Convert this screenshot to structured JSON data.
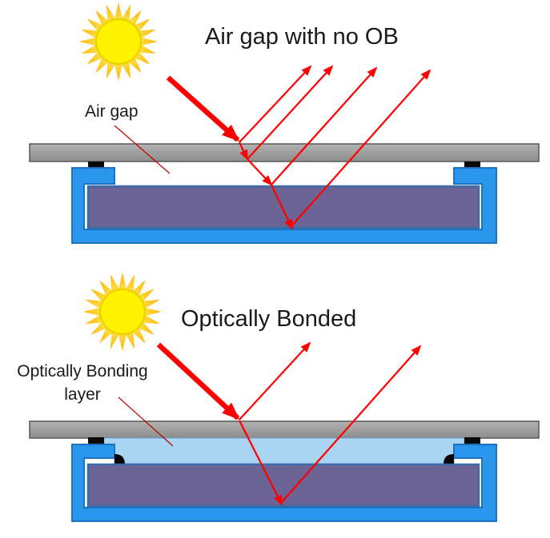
{
  "palette": {
    "background": "#ffffff",
    "text": "#1a1a1a",
    "ray_red": "#fe0000",
    "leader_red": "#c00000",
    "glass_light": "#b2b2b2",
    "glass_dark": "#8d8d8d",
    "glass_border": "#5e5e5e",
    "frame_fill": "#2b97ec",
    "frame_border": "#1a73c2",
    "display_fill": "#6c6494",
    "display_border": "#3c6ca8",
    "bond_fill": "#a9d5f2",
    "bond_border": "#74aedd",
    "spacer_fill": "#0a0a0a",
    "sun_core": "#fff200",
    "sun_core_rim": "#ecd400",
    "sun_ray_inner": "#ffe95c",
    "sun_ray_outer": "#ffb300"
  },
  "top_diagram": {
    "title": "Air gap with no OB",
    "label": "Air gap"
  },
  "bottom_diagram": {
    "title": "Optically Bonded",
    "label_line1": "Optically Bonding",
    "label_line2": "layer"
  }
}
